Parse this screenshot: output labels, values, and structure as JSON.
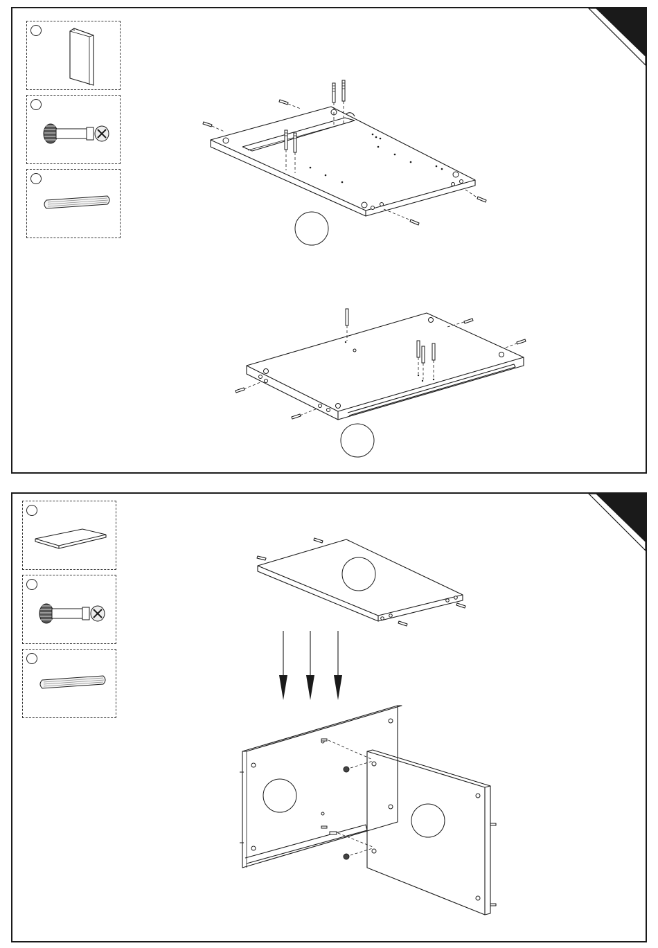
{
  "steps": [
    {
      "id": "step-1",
      "parts": [
        {
          "name": "panel-part",
          "icon": "board-panel-icon"
        },
        {
          "name": "cam-bolt-part",
          "icon": "cam-bolt-icon"
        },
        {
          "name": "wooden-dowel-part",
          "icon": "wooden-dowel-icon"
        }
      ]
    },
    {
      "id": "step-2",
      "parts": [
        {
          "name": "shelf-board-part",
          "icon": "shelf-board-icon"
        },
        {
          "name": "cam-bolt-part",
          "icon": "cam-bolt-icon"
        },
        {
          "name": "wooden-dowel-part",
          "icon": "wooden-dowel-icon"
        }
      ]
    }
  ],
  "colors": {
    "line": "#1a1a1a",
    "corner_tab": "#1a1a1a",
    "background": "#ffffff"
  }
}
